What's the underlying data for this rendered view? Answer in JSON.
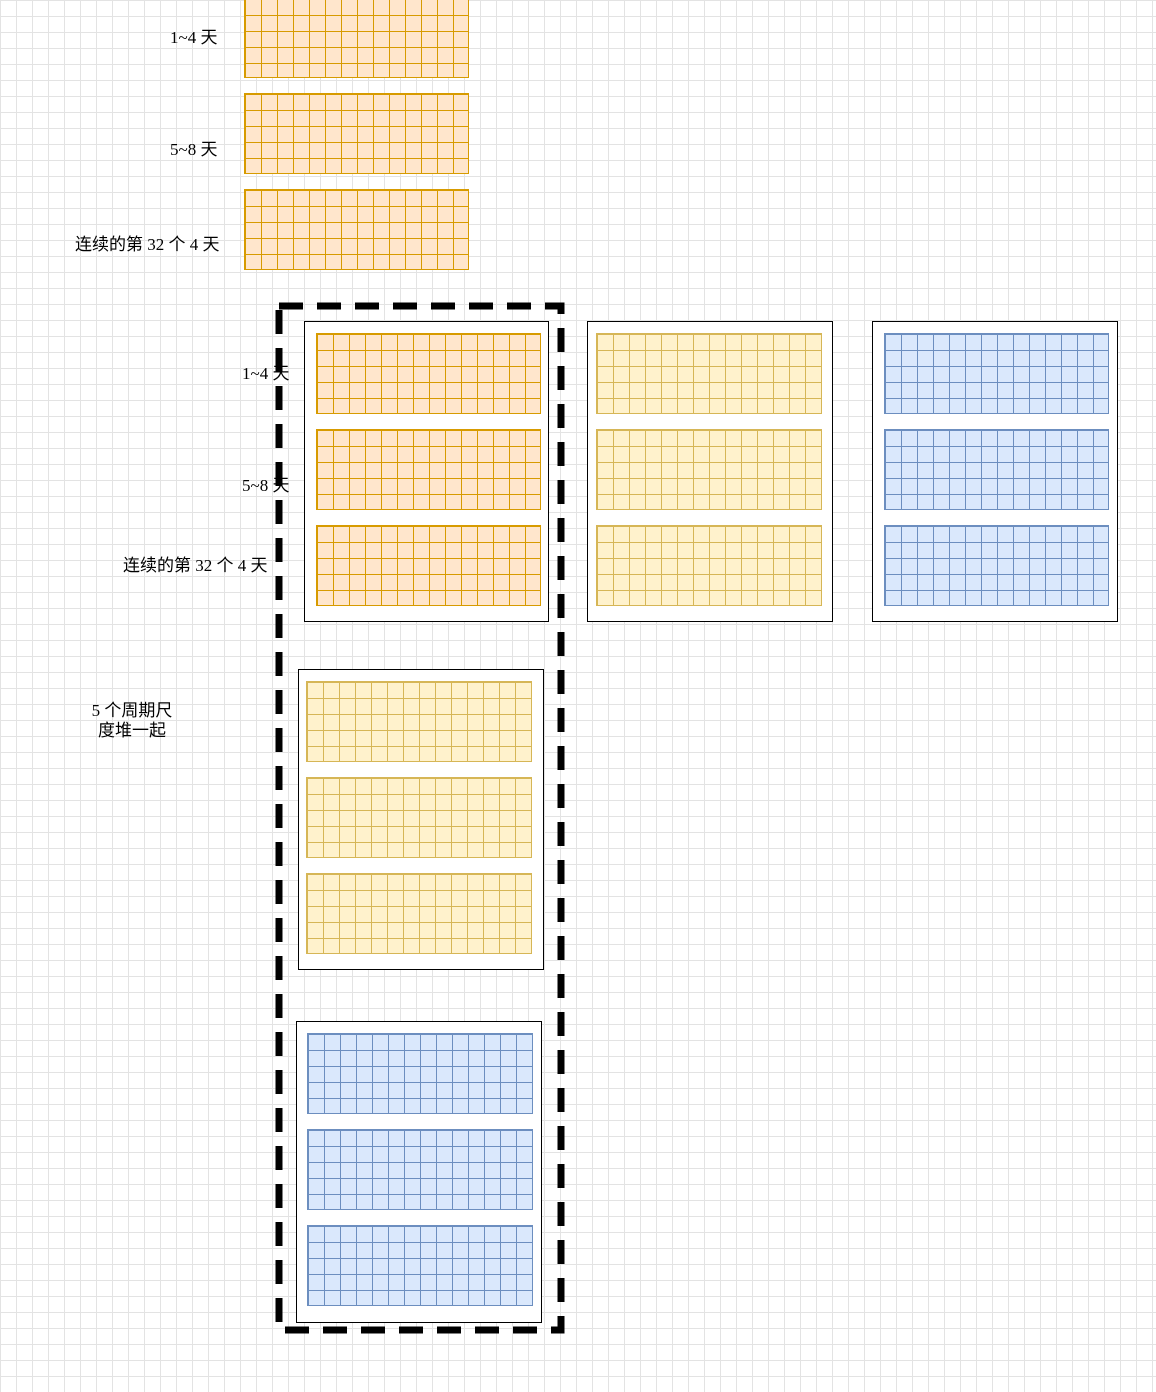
{
  "top_group": {
    "label_1": "1~4 天",
    "label_2": "5~8 天",
    "label_3": "连续的第 32 个 4 天"
  },
  "stack_group": {
    "label_1": "1~4 天",
    "label_2": "5~8 天",
    "label_3": "连续的第 32 个 4 天"
  },
  "stack_caption_line1": "5 个周期尺",
  "stack_caption_line2": "度堆一起",
  "colors": {
    "orange_fill": "#ffe6cc",
    "orange_stroke": "#d79b00",
    "yellow_fill": "#fff2cc",
    "yellow_stroke": "#d6b656",
    "blue_fill": "#dae8fc",
    "blue_stroke": "#6c8ebf"
  }
}
